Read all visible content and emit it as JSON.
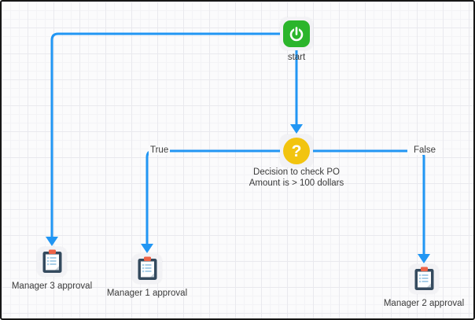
{
  "canvas": {
    "colors": {
      "connector_blue": "#2196f3",
      "start_green": "#2bb52b",
      "decision_yellow": "#f2c40f",
      "clipboard_navy": "#344a5e",
      "clip_orange": "#ed6347",
      "paper_line_blue": "#a9cfe8",
      "node_tile_gray": "#f2f2f5"
    },
    "nodes": {
      "start": {
        "label": "start",
        "icon": "power-icon"
      },
      "decision": {
        "label_line1": "Decision to check PO",
        "label_line2": "Amount is > 100 dollars",
        "icon": "question-mark-icon",
        "glyph": "?"
      },
      "manager3": {
        "label": "Manager 3 approval",
        "icon": "clipboard-icon"
      },
      "manager1": {
        "label": "Manager 1 approval",
        "icon": "clipboard-icon"
      },
      "manager2": {
        "label": "Manager 2 approval",
        "icon": "clipboard-icon"
      }
    },
    "edges": {
      "true_label": "True",
      "false_label": "False"
    }
  }
}
